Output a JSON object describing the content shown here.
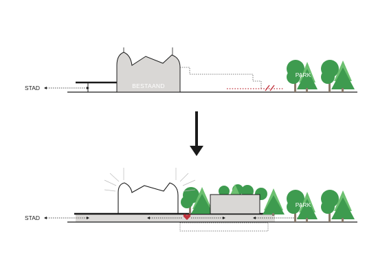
{
  "top": {
    "city_label": "STAD",
    "building_label": "BESTAAND",
    "park_label": "PARK"
  },
  "bottom": {
    "city_label": "STAD",
    "park_label": "PARK"
  },
  "colors": {
    "ink": "#1a1a1a",
    "building_fill": "#d9d7d5",
    "ground_strip": "#dcdad8",
    "tree_dark": "#3e9b4f",
    "tree_light": "#6cc070",
    "trunk": "#8a7a6a",
    "accent_red": "#c0343e",
    "label_white": "#ffffff",
    "dotted_grey": "#555555"
  }
}
